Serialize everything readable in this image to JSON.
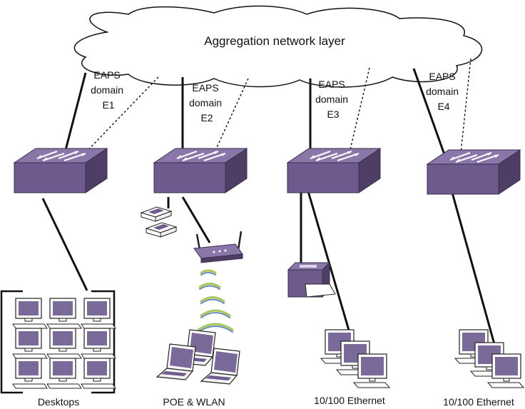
{
  "cloud": {
    "label": "Aggregation network layer"
  },
  "domains": [
    {
      "line1": "EAPS",
      "line2": "domain",
      "line3": "E1"
    },
    {
      "line1": "EAPS",
      "line2": "domain",
      "line3": "E2"
    },
    {
      "line1": "EAPS",
      "line2": "domain",
      "line3": "E3"
    },
    {
      "line1": "EAPS",
      "line2": "domain",
      "line3": "E4"
    }
  ],
  "groups": [
    {
      "label": "Desktops"
    },
    {
      "label": "POE & WLAN"
    },
    {
      "label": "10/100 Ethernet"
    },
    {
      "label": "10/100 Ethernet"
    }
  ],
  "colors": {
    "device": "#6e5a8c",
    "device_top": "#8a76a8",
    "device_dark": "#4e3e66",
    "screen": "#7a6a9a",
    "wave_green": "#a8c85a",
    "wave_blue": "#6a8ab8"
  }
}
